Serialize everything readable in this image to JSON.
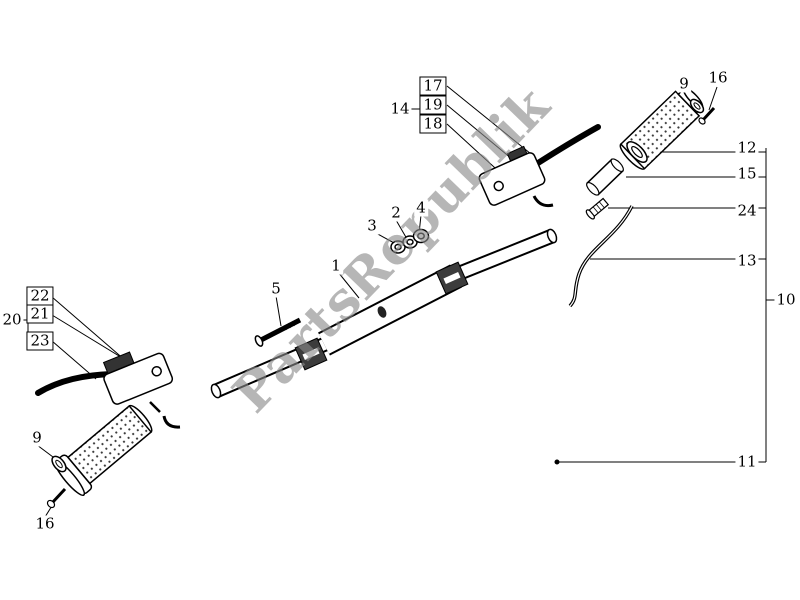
{
  "diagram": {
    "watermark": "PartsRepublik",
    "background_color": "#ffffff",
    "line_color": "#000000",
    "watermark_color": "#8a8a8a"
  },
  "callouts": {
    "n1": "1",
    "n2": "2",
    "n3": "3",
    "n4": "4",
    "n5": "5",
    "n9": "9",
    "n10": "10",
    "n11": "11",
    "n12": "12",
    "n13": "13",
    "n14": "14",
    "n15": "15",
    "n16": "16",
    "n17": "17",
    "n18": "18",
    "n19": "19",
    "n20": "20",
    "n21": "21",
    "n22": "22",
    "n23": "23",
    "n24": "24"
  }
}
